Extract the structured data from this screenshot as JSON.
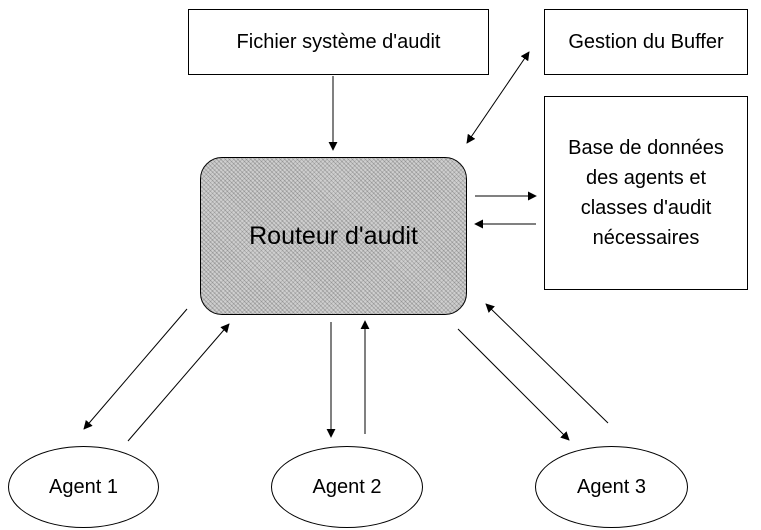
{
  "nodes": {
    "fichier": "Fichier système d'audit",
    "buffer": "Gestion du Buffer",
    "base_lines": [
      "Base de données",
      "des agents et",
      "classes d'audit",
      "nécessaires"
    ],
    "routeur": "Routeur d'audit",
    "agent1": "Agent 1",
    "agent2": "Agent 2",
    "agent3": "Agent 3"
  },
  "edges": [
    {
      "from": "fichier",
      "to": "routeur"
    },
    {
      "from": "routeur",
      "to": "buffer",
      "bidirectional": true
    },
    {
      "from": "routeur",
      "to": "base"
    },
    {
      "from": "base",
      "to": "routeur"
    },
    {
      "from": "routeur",
      "to": "agent1"
    },
    {
      "from": "agent1",
      "to": "routeur"
    },
    {
      "from": "routeur",
      "to": "agent2"
    },
    {
      "from": "agent2",
      "to": "routeur"
    },
    {
      "from": "routeur",
      "to": "agent3"
    },
    {
      "from": "agent3",
      "to": "routeur"
    }
  ],
  "colors": {
    "line": "#000000",
    "router_fill": "#cfcfcf"
  }
}
